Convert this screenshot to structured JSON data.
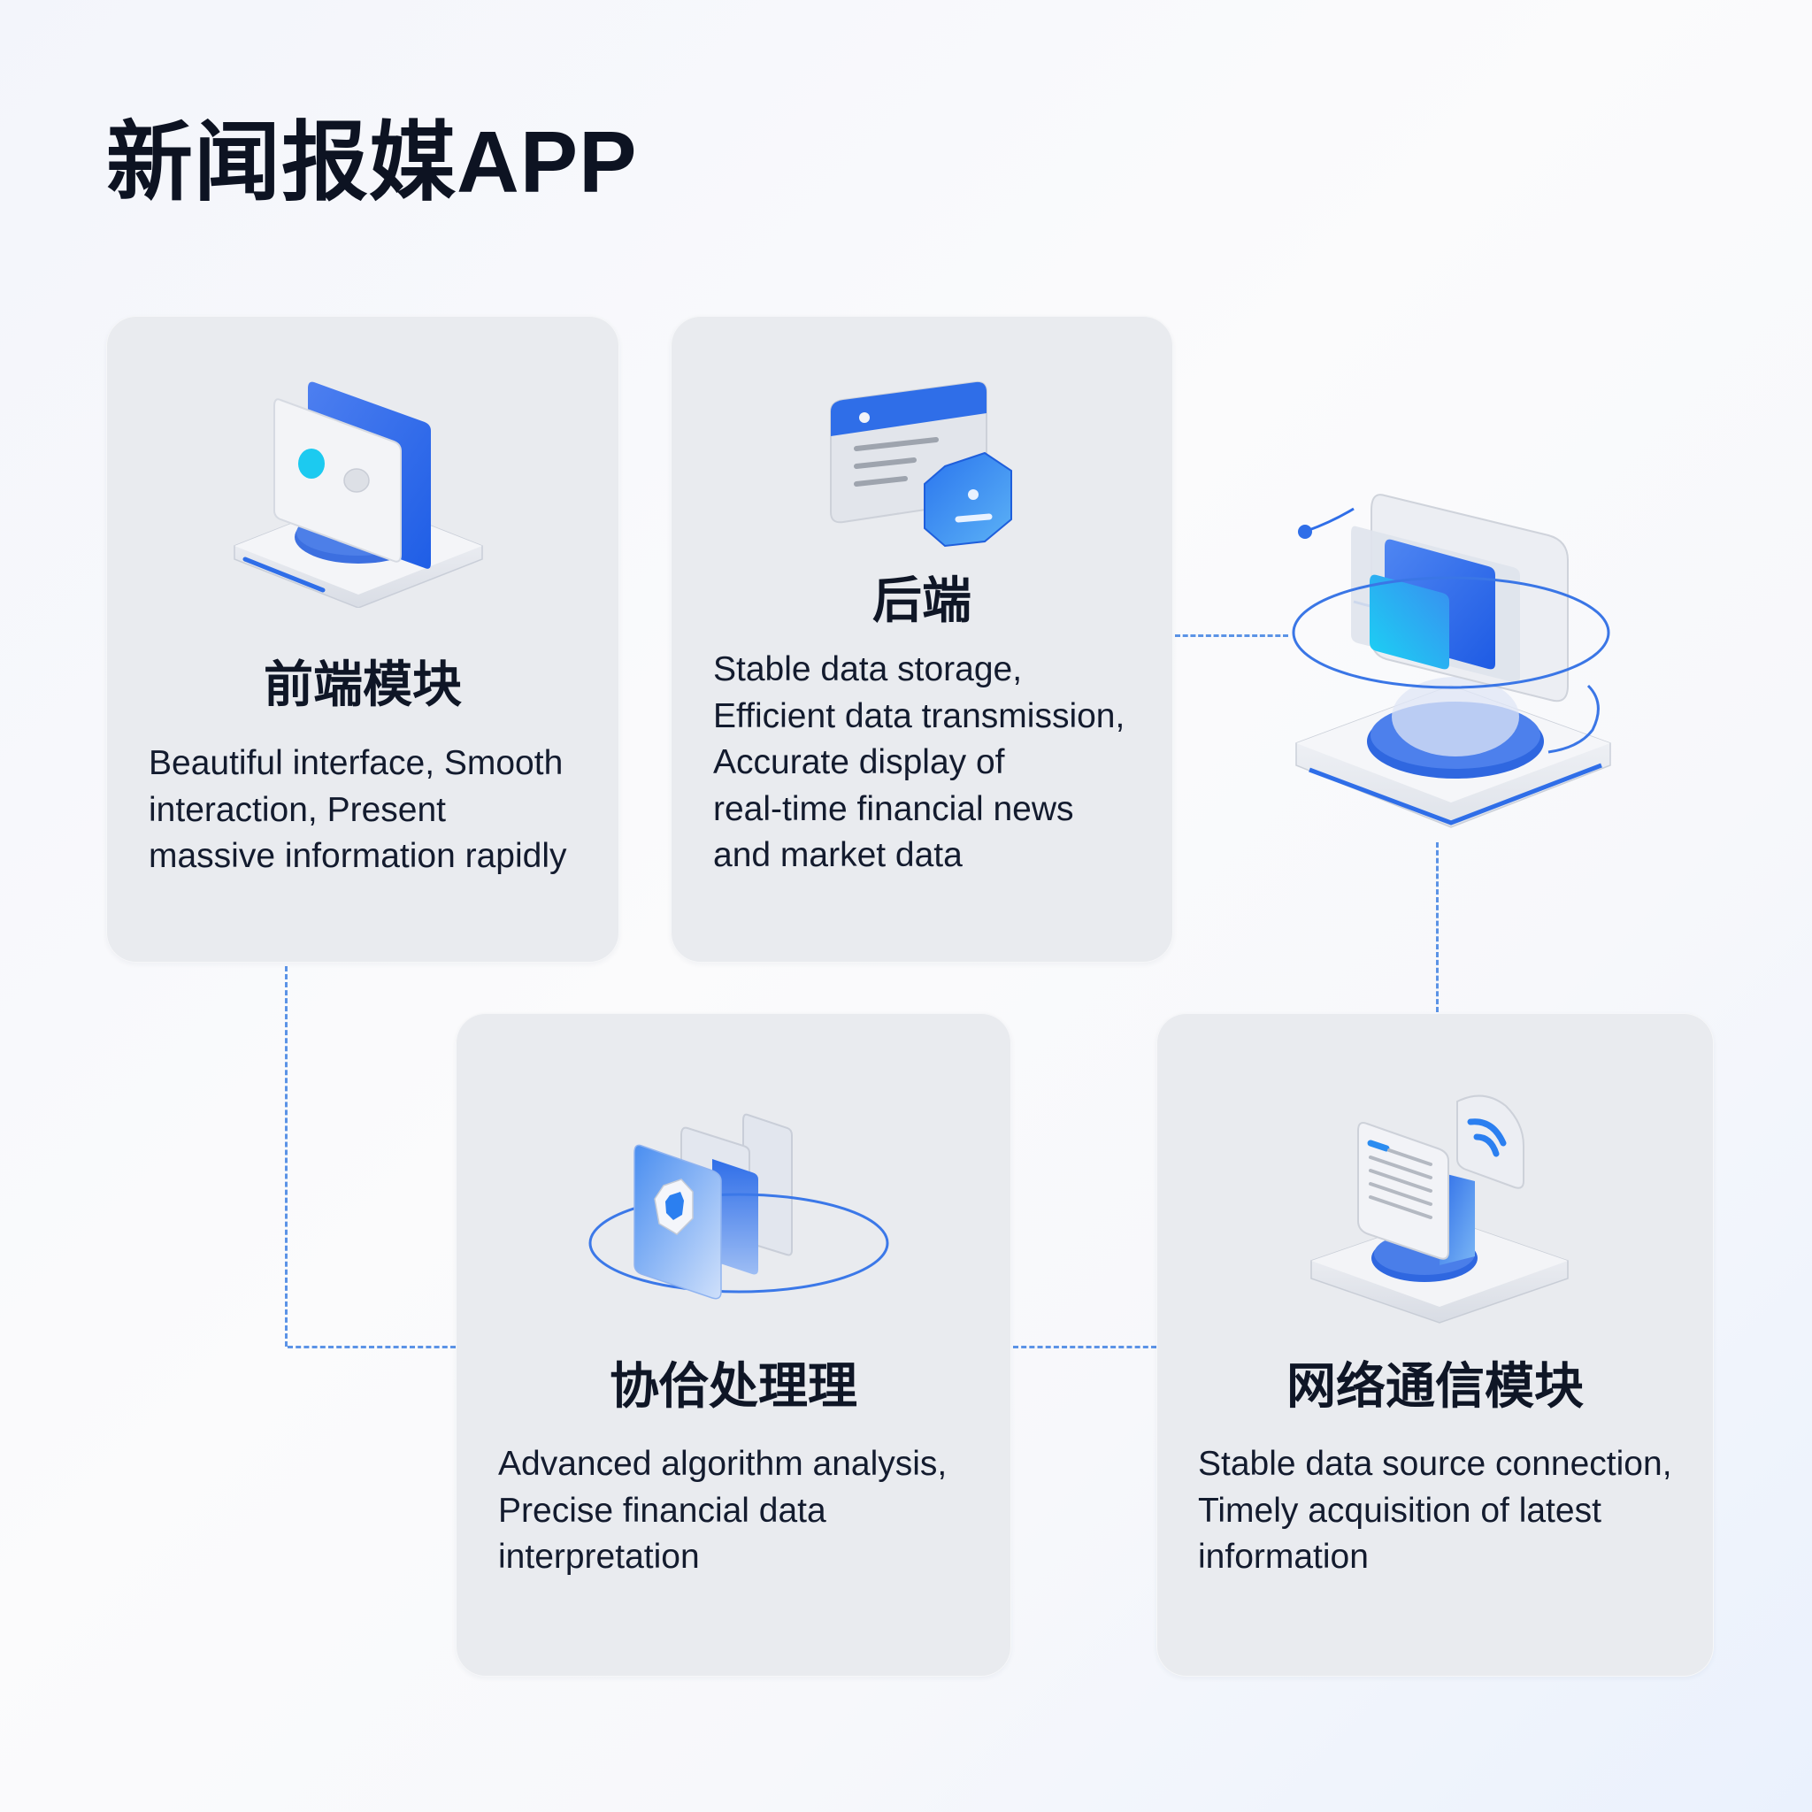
{
  "title": "新闻报媒APP",
  "colors": {
    "accent_blue": "#2f6ee8",
    "accent_cyan": "#1cc8f0",
    "card_bg": "#e9ebef",
    "connector": "#5b93e6",
    "text": "#131b2e"
  },
  "modules": [
    {
      "id": "frontend",
      "title": "前端模块",
      "description": "Beautiful interface, Smooth\ninteraction, Present\nmassive information rapidly",
      "icon": "monitor-display-icon"
    },
    {
      "id": "backend",
      "title": "后端",
      "description": "Stable data storage,\nEfficient data transmission,\nAccurate display of\nreal-time financial news\nand market data",
      "icon": "browser-window-user-badge-icon"
    },
    {
      "id": "processing",
      "title": "协佮处理理",
      "description": "Advanced algorithm analysis,\nPrecise financial data\ninterpretation",
      "icon": "layered-panels-hexagon-icon"
    },
    {
      "id": "network",
      "title": "网络通信模块",
      "description": "Stable data source connection,\nTimely acquisition of latest\ninformation",
      "icon": "document-wifi-signal-icon"
    }
  ],
  "hub": {
    "icon": "central-server-hub-icon"
  },
  "connectors": [
    {
      "from": "backend",
      "to": "hub"
    },
    {
      "from": "hub",
      "to": "network"
    },
    {
      "from": "frontend",
      "to": "processing"
    },
    {
      "from": "processing",
      "to": "network"
    }
  ]
}
